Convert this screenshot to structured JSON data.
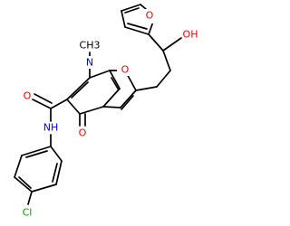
{
  "labels": {
    "n_ring": "N",
    "n_methyl": "CH3",
    "o_furo": "O",
    "o_furan": "O",
    "hydroxyl": "OH",
    "o_amide": "O",
    "nh_amide": "NH",
    "o_keto": "O",
    "chlorine": "Cl"
  },
  "colors": {
    "bond": "#000000",
    "oxygen": "#ff0000",
    "nitrogen": "#0000ff",
    "chlorine": "#00a000"
  }
}
